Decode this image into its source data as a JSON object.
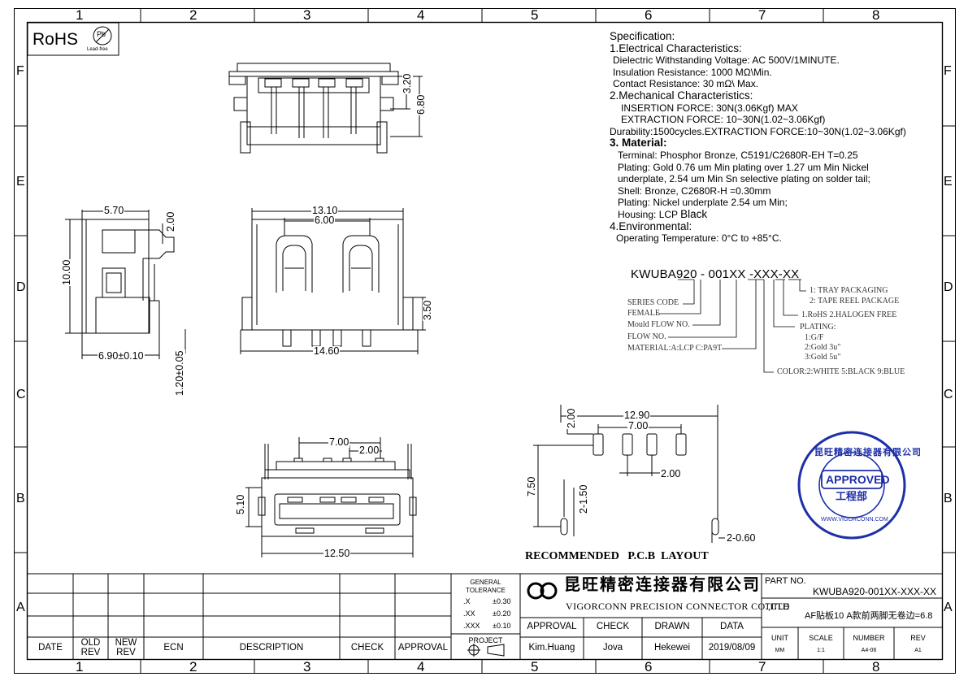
{
  "frame": {
    "col_numbers": [
      "1",
      "2",
      "3",
      "4",
      "5",
      "6",
      "7",
      "8"
    ],
    "row_letters": [
      "F",
      "E",
      "D",
      "C",
      "B",
      "A"
    ]
  },
  "rohs": {
    "label": "RoHS",
    "icon_text": "Pb",
    "sub": "Lead-free"
  },
  "spec": {
    "title": "Specification:",
    "electrical": {
      "heading": "1.Electrical Characteristics:",
      "lines": [
        "Dielectric Withstanding Voltage: AC 500V/1MINUTE.",
        "Insulation Resistance: 1000 MΩ\\Min.",
        "Contact Resistance: 30 mΩ\\ Max."
      ]
    },
    "mechanical": {
      "heading": "2.Mechanical Characteristics:",
      "lines": [
        "INSERTION  FORCE: 30N(3.06Kgf) MAX",
        "EXTRACTION  FORCE: 10~30N(1.02~3.06Kgf)",
        "Durability:1500cycles.EXTRACTION  FORCE:10~30N(1.02~3.06Kgf)"
      ]
    },
    "material": {
      "heading": "3. Material:",
      "lines": [
        "Terminal: Phosphor Bronze, C5191/C2680R-EH T=0.25",
        "Plating: Gold 0.76 um Min plating over 1.27 um Min Nickel",
        "underplate, 2.54 um Min Sn selective plating on solder tail;",
        "Shell:  Bronze, C2680R-H =0.30mm",
        "Plating: Nickel underplate 2.54 um Min;"
      ],
      "housing_label": "Housing: LCP",
      "housing_color": "Black"
    },
    "environmental": {
      "heading": "4.Environmental:",
      "lines": [
        "Operating Temperature: 0°C to +85°C."
      ]
    }
  },
  "part_code": {
    "code": "KWUBA920 - 001XX -XXX-XX",
    "notes": [
      "SERIES CODE",
      "FEMALE",
      "Mould FLOW NO.",
      "FLOW NO.",
      "MATERIAL:A:LCP C:PA9T",
      "1: TRAY PACKAGING",
      "2: TAPE REEL PACKAGE",
      "1.RoHS  2.HALOGEN FREE",
      "PLATING:",
      "1:G/F",
      "2:Gold 3u\"",
      "3:Gold 5u\"",
      "COLOR:2:WHITE 5:BLACK 9:BLUE"
    ]
  },
  "dims": {
    "top_a": "3.20",
    "top_b": "6.80",
    "side_w": "5.70",
    "side_top": "2.00",
    "side_h": "10.00",
    "side_bottom": "6.90±0.10",
    "side_v": "1.20±0.05",
    "front_w": "13.10",
    "front_inner": "6.00",
    "front_h": "3.50",
    "front_bottom": "14.60",
    "bottom_pitch": "7.00",
    "bottom_small": "2.00",
    "bottom_h": "5.10",
    "bottom_w": "12.50",
    "pcb_w": "12.90",
    "pcb_pitch": "7.00",
    "pcb_top": "2.00",
    "pcb_small": "2.00",
    "pcb_h": "7.50",
    "pcb_v": "2-1.50",
    "pcb_slot": "2-0.60",
    "pcb_title": "RECOMMENDED   P.C.B  LAYOUT"
  },
  "stamp": {
    "arc_text": "昆旺精密连接器有限公司",
    "approved": "APPROVED",
    "dept": "工程部",
    "url": "WWW.VIGORCONN.COM"
  },
  "title_block": {
    "headers": [
      "DATE",
      "OLD\nREV",
      "NEW\nREV",
      "ECN",
      "DESCRIPTION",
      "CHECK",
      "APPROVAL"
    ],
    "old_rev": [
      "OLD",
      "REV"
    ],
    "new_rev": [
      "NEW",
      "REV"
    ],
    "tolerance": {
      "title": [
        "GENERAL",
        "TOLERANCE"
      ],
      "rows": [
        [
          ".X",
          "±0.30"
        ],
        [
          ".XX",
          "±0.20"
        ],
        [
          ".XXX",
          "±0.10"
        ]
      ]
    },
    "project": "PROJECT",
    "company_cn": "昆旺精密连接器有限公司",
    "company_en": "VIGORCONN PRECISION CONNECTOR CO.,LTD",
    "sign_headers": [
      "APPROVAL",
      "CHECK",
      "DRAWN",
      "DATA"
    ],
    "sign_values": [
      "Kim.Huang",
      "Jova",
      "Hekewei",
      "2019/08/09"
    ],
    "part_no_label": "PART NO.",
    "part_no": "KWUBA920-001XX-XXX-XX",
    "title_label": "TITLE",
    "title": "AF贴板10 A款前两脚无卷边=6.8",
    "unit_headers": [
      "UNIT",
      "SCALE",
      "NUMBER",
      "REV"
    ],
    "unit_values": [
      "MM",
      "1:1",
      "A4-06",
      "A1"
    ]
  }
}
